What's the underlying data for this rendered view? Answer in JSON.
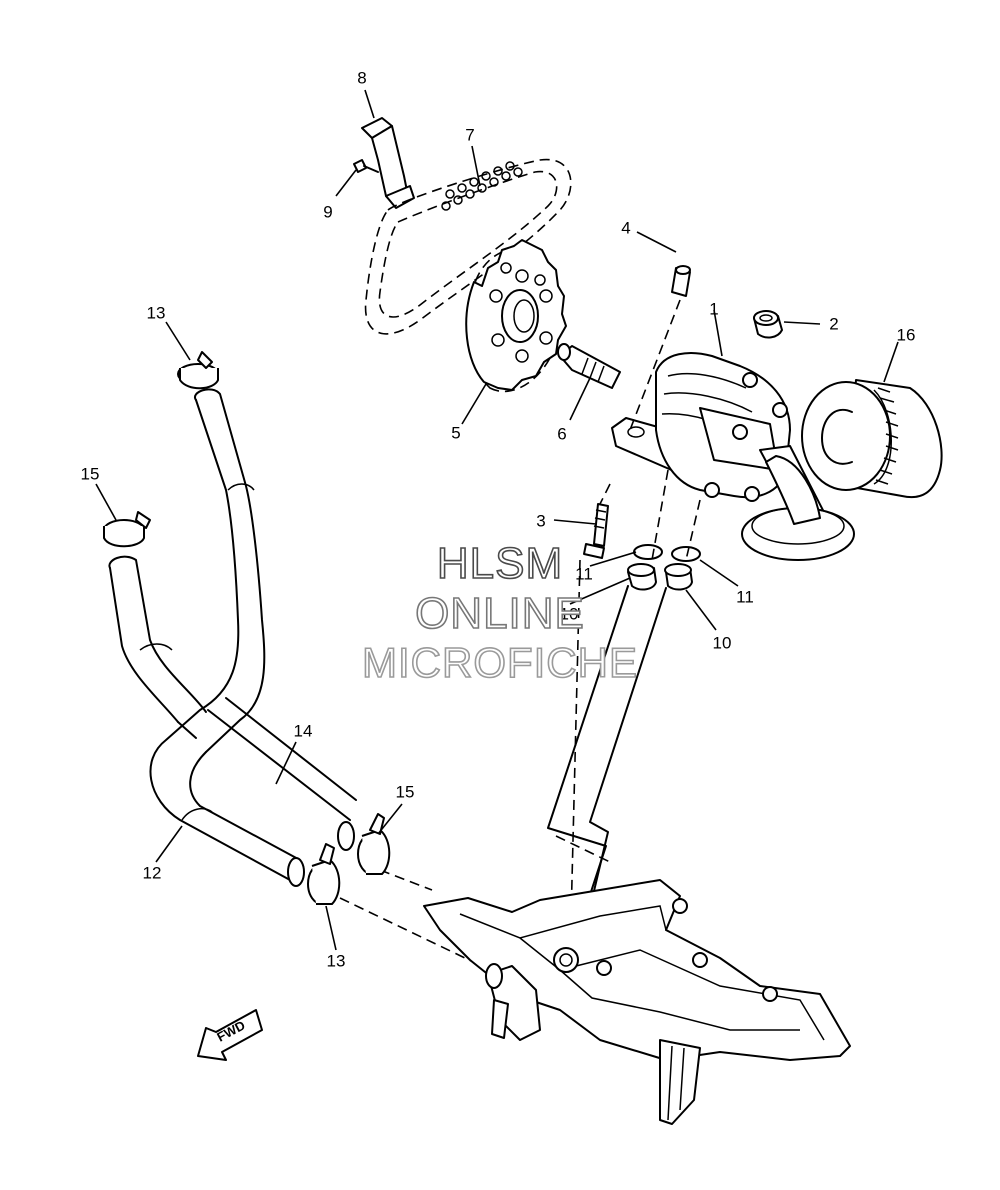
{
  "diagram": {
    "callouts": [
      {
        "id": "c1",
        "label": "1"
      },
      {
        "id": "c2",
        "label": "2"
      },
      {
        "id": "c3",
        "label": "3"
      },
      {
        "id": "c4",
        "label": "4"
      },
      {
        "id": "c5",
        "label": "5"
      },
      {
        "id": "c6",
        "label": "6"
      },
      {
        "id": "c7",
        "label": "7"
      },
      {
        "id": "c8",
        "label": "8"
      },
      {
        "id": "c9",
        "label": "9"
      },
      {
        "id": "c10a",
        "label": "10"
      },
      {
        "id": "c10b",
        "label": "10"
      },
      {
        "id": "c11a",
        "label": "11"
      },
      {
        "id": "c11b",
        "label": "11"
      },
      {
        "id": "c12",
        "label": "12"
      },
      {
        "id": "c13a",
        "label": "13"
      },
      {
        "id": "c13b",
        "label": "13"
      },
      {
        "id": "c14",
        "label": "14"
      },
      {
        "id": "c15a",
        "label": "15"
      },
      {
        "id": "c15b",
        "label": "15"
      },
      {
        "id": "c16",
        "label": "16"
      }
    ],
    "fwd_label": "FWD"
  },
  "watermark": {
    "line1": "HLSM",
    "line2": "ONLINE",
    "line3": "MICROFICHE"
  }
}
